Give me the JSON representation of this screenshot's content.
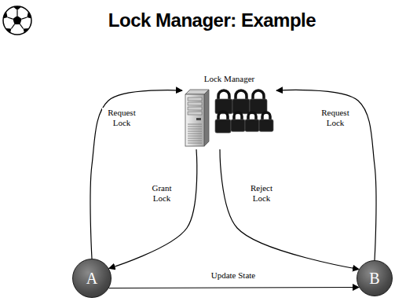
{
  "diagram": {
    "title": "Lock Manager: Example",
    "nodes": [
      {
        "text": [
          "Lock Manager"
        ]
      },
      {
        "text": [
          "A"
        ]
      },
      {
        "text": [
          "B"
        ]
      }
    ],
    "edges": [
      {
        "from": 1,
        "to": 0,
        "label": "Request Lock",
        "arrow": "to"
      },
      {
        "from": 0,
        "to": 1,
        "label": "Grant Lock",
        "arrow": "to"
      },
      {
        "from": 0,
        "to": 2,
        "label": "Reject Lock",
        "arrow": "to"
      },
      {
        "from": 2,
        "to": 0,
        "label": "Request Lock",
        "arrow": "to"
      },
      {
        "from": 1,
        "to": 2,
        "label": "Update State",
        "arrow": "to"
      }
    ]
  }
}
